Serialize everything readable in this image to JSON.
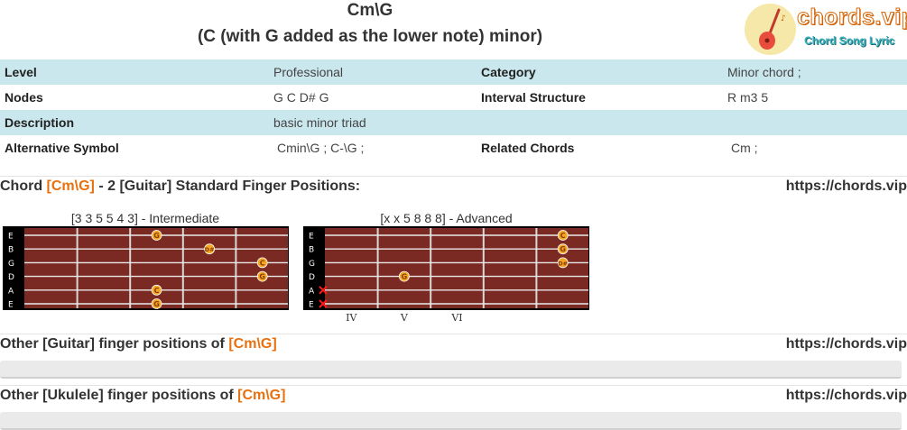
{
  "header": {
    "title": "Cm\\G",
    "subtitle": "(C (with G added as the lower note) minor)"
  },
  "logo": {
    "text": "chords.vip",
    "tagline": "Chord Song Lyric"
  },
  "info": {
    "level_label": "Level",
    "level_value": "Professional",
    "category_label": "Category",
    "category_value": "Minor chord ;",
    "nodes_label": "Nodes",
    "nodes_value": "G C D# G",
    "interval_label": "Interval Structure",
    "interval_value": "R m3 5",
    "description_label": "Description",
    "description_value": "basic minor triad",
    "altsym_label": "Alternative Symbol",
    "altsym_value": "Cmin\\G ; C-\\G ;",
    "related_label": "Related Chords",
    "related_value": "Cm ;"
  },
  "section_positions": {
    "prefix": "Chord ",
    "chord": "[Cm\\G]",
    "suffix": " - 2 [Guitar] Standard Finger Positions:",
    "site": "https://chords.vip"
  },
  "charts": [
    {
      "caption": "[3 3 5 5 4 3] - Intermediate",
      "strings": [
        "E",
        "B",
        "G",
        "D",
        "A",
        "E"
      ],
      "dots": [
        {
          "string": 0,
          "fret": 3,
          "note": "G"
        },
        {
          "string": 1,
          "fret": 4,
          "note": "D#"
        },
        {
          "string": 2,
          "fret": 5,
          "note": "C"
        },
        {
          "string": 3,
          "fret": 5,
          "note": "G"
        },
        {
          "string": 4,
          "fret": 3,
          "note": "C"
        },
        {
          "string": 5,
          "fret": 3,
          "note": "G"
        }
      ],
      "muted": [],
      "fret_markers": []
    },
    {
      "caption": "[x x 5 8 8 8] - Advanced",
      "strings": [
        "E",
        "B",
        "G",
        "D",
        "A",
        "E"
      ],
      "dots": [
        {
          "string": 0,
          "fret": 8,
          "note": "C"
        },
        {
          "string": 1,
          "fret": 8,
          "note": "G"
        },
        {
          "string": 2,
          "fret": 8,
          "note": "D#"
        },
        {
          "string": 3,
          "fret": 5,
          "note": "G"
        }
      ],
      "muted": [
        4,
        5
      ],
      "fret_markers": [
        "IV",
        "V",
        "VI"
      ]
    }
  ],
  "other_guitar": {
    "prefix": "Other [Guitar] finger positions of ",
    "chord": "[Cm\\G]",
    "site": "https://chords.vip"
  },
  "other_ukulele": {
    "prefix": "Other [Ukulele] finger positions of ",
    "chord": "[Cm\\G]",
    "site": "https://chords.vip"
  },
  "colors": {
    "accent": "#e8700f",
    "row_highlight": "#c9e7ed",
    "fretboard": "#7a2a22",
    "dot": "#f5a623"
  }
}
